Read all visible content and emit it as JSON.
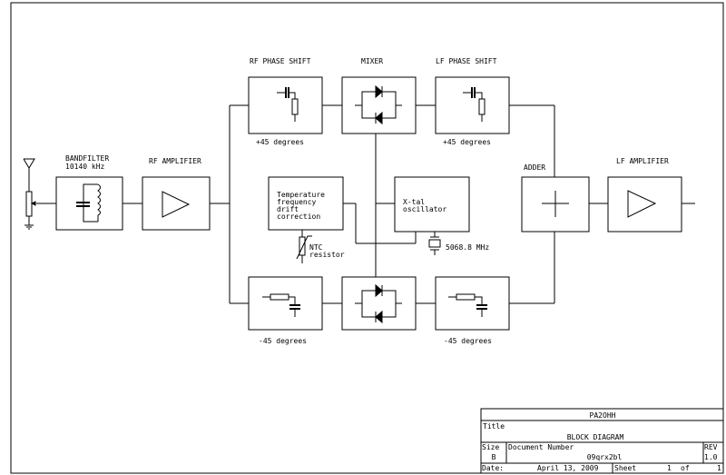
{
  "blocks": {
    "bandfilter": {
      "label1": "BANDFILTER",
      "label2": "10140 kHz"
    },
    "rf_amplifier": {
      "label": "RF AMPLIFIER"
    },
    "rf_phase_shift": {
      "label": "RF PHASE SHIFT",
      "top_note": "+45 degrees",
      "bottom_note": "-45 degrees"
    },
    "mixer": {
      "label": "MIXER"
    },
    "lf_phase_shift": {
      "label": "LF PHASE SHIFT",
      "top_note": "+45 degrees",
      "bottom_note": "-45 degrees"
    },
    "temp_correction": {
      "lines": [
        "Temperature",
        "frequency",
        "drift",
        "correction"
      ]
    },
    "ntc": {
      "line1": "NTC",
      "line2": "resistor"
    },
    "oscillator": {
      "lines": [
        "X-tal",
        "oscillator"
      ],
      "crystal": "5068.8 MHz"
    },
    "adder": {
      "label": "ADDER"
    },
    "lf_amplifier": {
      "label": "LF AMPLIFIER"
    }
  },
  "title_block": {
    "company": "PA2OHH",
    "title_label": "Title",
    "title": "BLOCK DIAGRAM",
    "size_label": "Size",
    "size": "B",
    "docnum_label": "Document Number",
    "docnum": "09qrx2bl",
    "rev_label": "REV",
    "rev": "1.0",
    "date_label": "Date:",
    "date": "April 13, 2009",
    "sheet_label": "Sheet",
    "sheet": "1",
    "of_label": "of",
    "total": "1"
  }
}
